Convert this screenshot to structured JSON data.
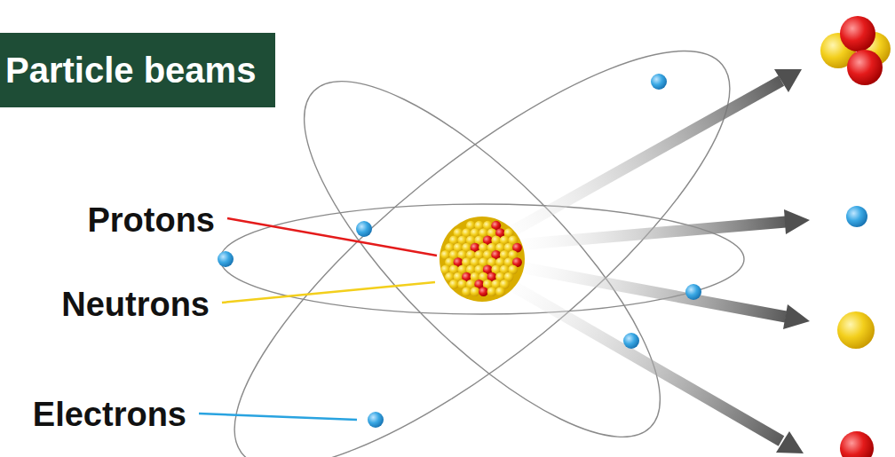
{
  "diagram": {
    "title": "Particle beams",
    "labels": [
      "Protons",
      "Neutrons",
      "Electrons"
    ]
  }
}
